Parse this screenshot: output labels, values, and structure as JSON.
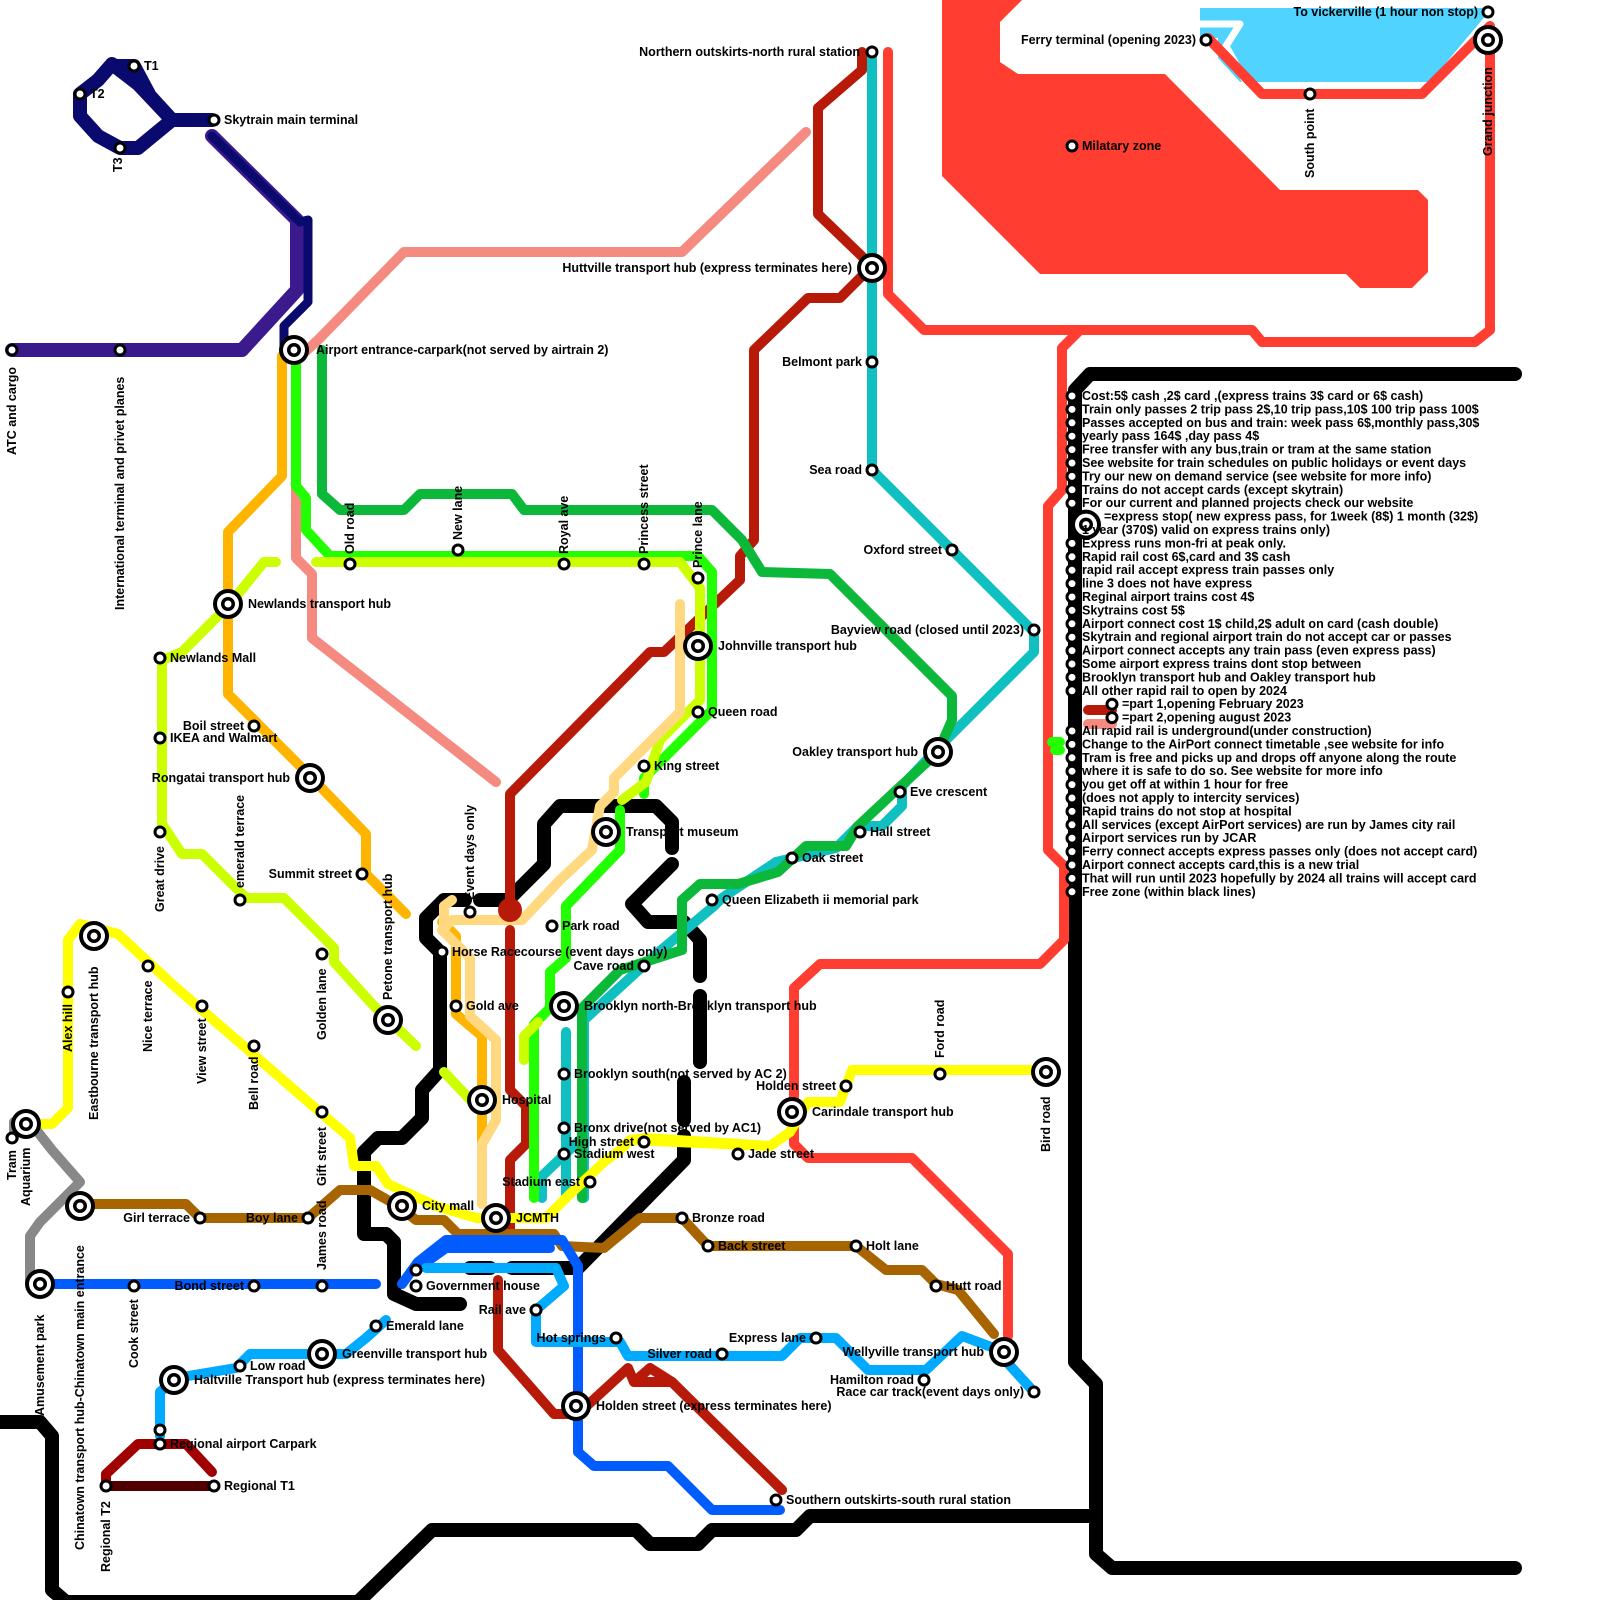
{
  "line_colors": {
    "skytrain_navy": "#0a0a6e",
    "skytrain_purple": "#3a1a8c",
    "rapid_red": "#b81a0a",
    "teal": "#10c0c0",
    "salmon": "#f48a80",
    "bright_green": "#22ff00",
    "dark_green": "#0cb83a",
    "lime": "#ccff00",
    "yellow": "#ffff00",
    "orange": "#ffb400",
    "peach": "#ffd880",
    "brown": "#a86400",
    "light_blue": "#00aaff",
    "blue": "#005cff",
    "black_boundary": "#000000",
    "airport_connect": "#ff4030",
    "grey_tram": "#888888",
    "regional_red": "#a00000",
    "regional_dark": "#500000",
    "ferry_water": "#50d0ff"
  },
  "stations": {
    "t1": "T1",
    "t2": "T2",
    "t3": "T3",
    "skytrain_main": "Skytrain main terminal",
    "atc_cargo": "ATC and cargo",
    "intl_terminal": "International terminal and privet planes",
    "airport_entrance": "Airport entrance-carpark(not served by airtrain 2)",
    "northern_outskirts": "Northern outskirts-north rural station",
    "huttville": "Huttville transport hub (express terminates here)",
    "belmont": "Belmont park",
    "sea_road": "Sea road",
    "oxford": "Oxford street",
    "bayview": "Bayview road (closed until 2023)",
    "oakley": "Oakley transport hub",
    "eve_crescent": "Eve crescent",
    "hall_street": "Hall street",
    "oak_street": "Oak street",
    "qe2_park": "Queen Elizabeth ii memorial park",
    "cave_road": "Cave road",
    "old_road": "Old road",
    "new_lane": "New lane",
    "royal_ave": "Royal ave",
    "princess_street": "Princess street",
    "prince_lane": "Prince lane",
    "johnville": "Johnville transport hub",
    "queen_road": "Queen road",
    "king_street": "King street",
    "transport_museum": "Transport museum",
    "newlands_hub": "Newlands transport hub",
    "newlands_mall": "Newlands Mall",
    "boil_street": "Boil street",
    "ikea": "IKEA and Walmart",
    "rongatai": "Rongatai transport hub",
    "summit_street": "Summit street",
    "great_drive": "Great drive",
    "emerald_terrace": "emerald terrace",
    "event_days_only": "Event days only",
    "petone": "Petone transport hub",
    "golden_lane": "Golden lane",
    "park_road": "Park road",
    "horse_racecourse": "Horse Racecourse (event days only)",
    "gold_ave": "Gold ave",
    "brooklyn_north": "Brooklyn north-Brooklyn transport hub",
    "brooklyn_south": "Brooklyn south(not served by AC 2)",
    "bronx_drive": "Bronx drive(not served by AC1)",
    "hospital": "Hospital",
    "high_street": "High street",
    "stadium_west": "Stadium west",
    "stadium_east": "Stadium east",
    "jade_street": "Jade street",
    "holden_street_north": "Holden street",
    "ford_road": "Ford road",
    "carindale": "Carindale transport hub",
    "bird_road": "Bird road",
    "eastbourne": "Eastbourne transport hub",
    "alex_hill": "Alex hill",
    "nice_terrace": "Nice terrace",
    "view_street": "View street",
    "bell_road": "Bell road",
    "gift_street": "Gift street",
    "city_mall": "City mall",
    "jcmth": "JCMTH",
    "tram": "Tram",
    "aquarium": "Aquarium",
    "chinatown": "Chinatown transport hub-Chinatown main entrance",
    "girl_terrace": "Girl terrace",
    "boy_lane": "Boy lane",
    "james_road": "James road",
    "bond_street": "Bond street",
    "cook_street": "Cook street",
    "amusement_park": "Amusement park",
    "government_house": "Government house",
    "bronze_road": "Bronze road",
    "back_street": "Back street",
    "holt_lane": "Holt lane",
    "hutt_road": "Hutt road",
    "rail_ave": "Rail ave",
    "emerald_lane": "Emerald lane",
    "greenville": "Greenville transport hub",
    "low_road": "Low road",
    "haltville": "Haltville Transport hub (express terminates here)",
    "hot_springs": "Hot springs",
    "silver_road": "Silver road",
    "express_lane": "Express lane",
    "wellyville": "Wellyville transport hub",
    "hamilton_road": "Hamilton road",
    "race_car_track": "Race car track(event days only)",
    "holden_street_express": "Holden street (express terminates here)",
    "southern_outskirts": "Southern outskirts-south rural station",
    "regional_carpark": "Regional airport Carpark",
    "regional_t1": "Regional T1",
    "regional_t2": "Regional T2",
    "dot_label": ".",
    "ferry_terminal": "Ferry terminal (opening 2023)",
    "to_vickerville": "To vickerville (1 hour non stop)",
    "south_point": "South point",
    "grand_junction": "Grand junction",
    "military_zone": "Milatary zone"
  },
  "legend_notes": [
    "Cost:5$ cash ,2$ card ,(express trains 3$ card or 6$ cash)",
    "Train only passes 2 trip pass 2$,10 trip pass,10$ 100 trip pass 100$",
    "Passes accepted on bus and train: week pass 6$,monthly pass,30$",
    "yearly pass 164$ ,day pass 4$",
    "Free transfer with any bus,train or tram at the same station",
    "See website for train schedules on public holidays or event days",
    "Try our new on demand service (see website for more info)",
    "Trains do not accept cards (except skytrain)",
    "For our current and planned projects check our website",
    "=express stop( new express pass, for 1week (8$) 1 month (32$)",
    "1 year (370$) valid on express trains only)",
    "Express runs mon-fri at peak only.",
    "Rapid rail cost 6$,card and 3$ cash",
    "rapid rail accept express train passes only",
    "line 3 does not have express",
    "Reginal airport trains cost 4$",
    "Skytrains cost 5$",
    "Airport connect cost 1$ child,2$ adult on card (cash double)",
    "Skytrain and regional airport train do not accept car or passes",
    "Airport connect accepts any train pass (even express pass)",
    "Some airport express trains dont stop between",
    "Brooklyn transport hub and Oakley transport hub",
    "All other rapid rail to open by 2024",
    "=part 1,opening February 2023",
    "=part 2,opening august 2023",
    "All rapid rail is underground(under construction)",
    "Change to the AirPort connect timetable ,see website for info",
    "Tram is free and picks up and drops off anyone along the route",
    "where it is safe to do so. See website for more info",
    "you get off at within 1 hour for free",
    "(does not apply to intercity services)",
    "Rapid trains do not stop at hospital",
    "All services (except AirPort services) are run by James city rail",
    "Airport services run by JCAR",
    "Ferry connect accepts express passes only (does not accept card)",
    "Airport connect accepts card,this is a new trial",
    "That will run until 2023 hopefully by 2024 all trains will accept card",
    "Free zone (within black lines)"
  ]
}
